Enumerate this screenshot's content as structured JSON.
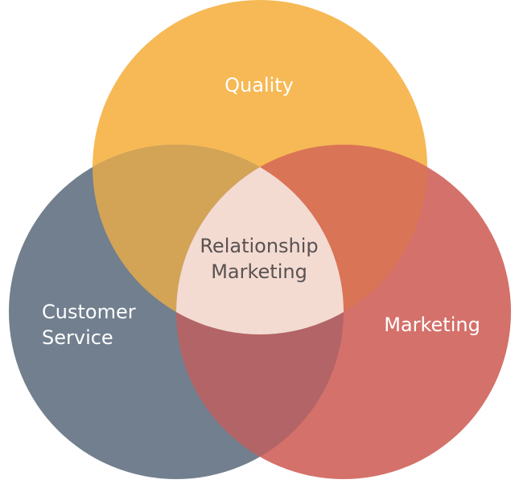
{
  "diagram": {
    "type": "venn",
    "sets": [
      {
        "label": "Quality",
        "color": "#F6B955"
      },
      {
        "label_lines": [
          "Customer",
          "Service"
        ],
        "color": "#717F8E"
      },
      {
        "label": "Marketing",
        "color": "#D4716A"
      }
    ],
    "overlap_colors": {
      "quality_customer": "#D3A456",
      "quality_marketing": "#DA7456",
      "customer_marketing": "#B36466",
      "all": "#F3DBD2"
    },
    "center_label_lines": [
      "Relationship",
      "Marketing"
    ]
  }
}
